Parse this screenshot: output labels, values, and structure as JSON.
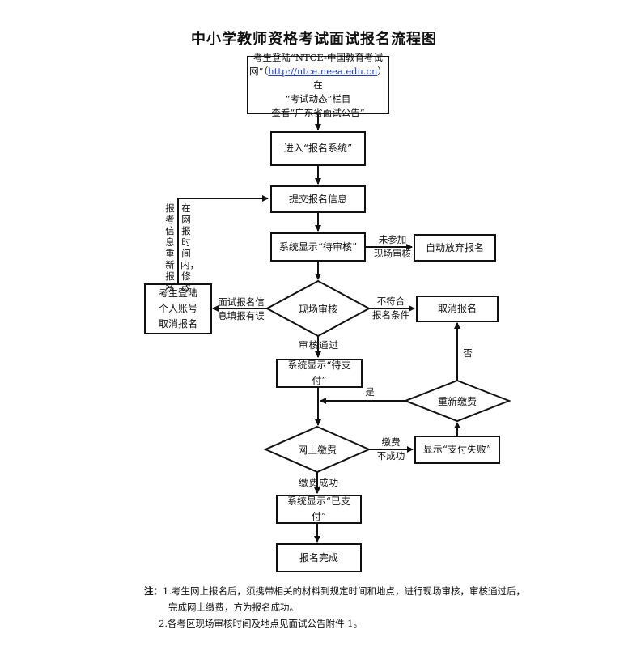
{
  "title": "中小学教师资格考试面试报名流程图",
  "nodes": {
    "login": {
      "line1": "考生登陆“NTCE-中国教育考试",
      "line2_pre": "网”（",
      "link": "http://ntce.neea.edu.cn",
      "line2_post": "）在",
      "line3": "“考试动态”栏目",
      "line4": "查看“广东省面试公告”"
    },
    "enter_system": "进入“报名系统”",
    "submit_info": "提交报名信息",
    "pending_review": "系统显示“待审核”",
    "give_up": "自动放弃报名",
    "onsite_review": "现场审核",
    "cancel_account": {
      "line1": "考生登陆",
      "line2": "个人账号",
      "line3": "取消报名"
    },
    "cancel": "取消报名",
    "pending_pay": "系统显示“待支付”",
    "repay": "重新缴费",
    "online_pay": "网上缴费",
    "pay_failed": "显示“支付失败”",
    "paid": "系统显示“已支付”",
    "done": "报名完成"
  },
  "labels": {
    "not_attend": {
      "line1": "未参加",
      "line2": "现场审核"
    },
    "info_error": {
      "line1": "面试报名信",
      "line2": "息填报有误"
    },
    "not_qualified": {
      "line1": "不符合",
      "line2": "报名条件"
    },
    "review_pass": "审核通过",
    "no": "否",
    "yes": "是",
    "pay_fail": {
      "line1": "缴费",
      "line2": "不成功"
    },
    "pay_success": "缴费成功",
    "rereg": "报考信息重新报名",
    "modify": "在网报时间内，修改"
  },
  "notes": {
    "prefix": "注：",
    "line1": "1.考生网上报名后，须携带相关的材料到规定时间和地点，进行现场审核，审核通过后，",
    "line1b": "完成网上缴费，方为报名成功。",
    "line2": "2.各考区现场审核时间及地点见面试公告附件 1。"
  }
}
